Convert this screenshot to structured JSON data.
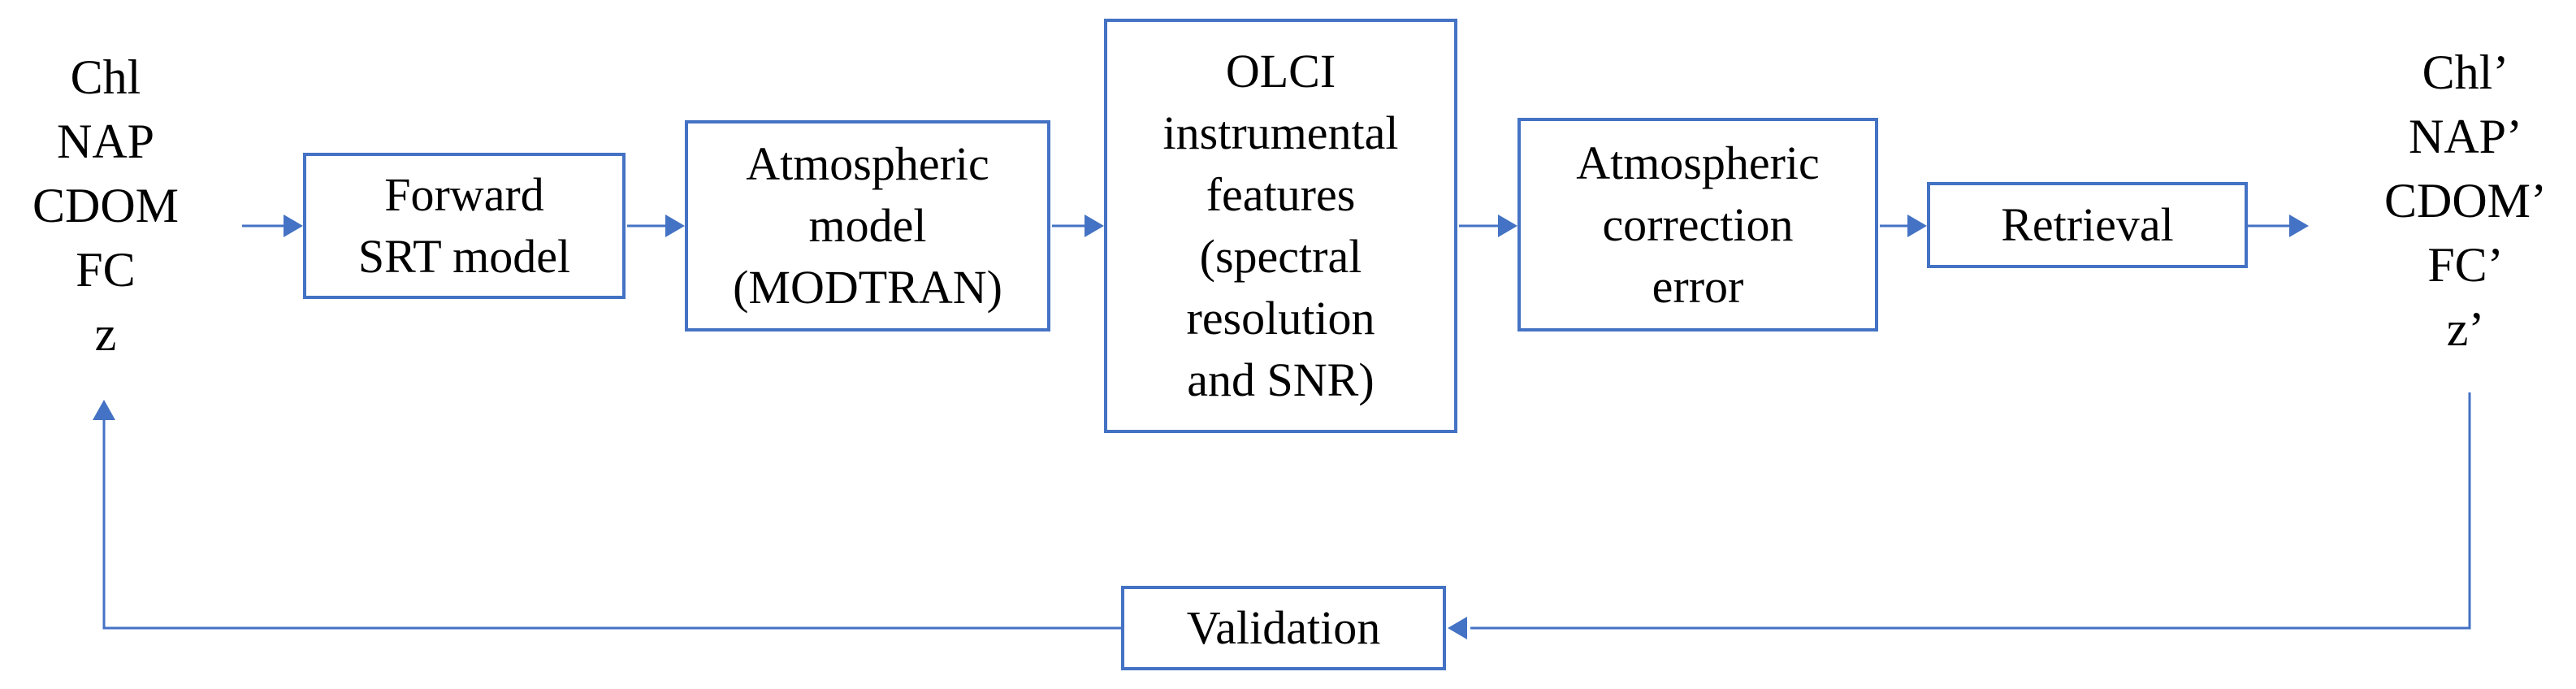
{
  "diagram": {
    "accent_color": "#4472C4",
    "text_color": "#000000",
    "inputs": {
      "items": [
        "Chl",
        "NAP",
        "CDOM",
        "FC",
        "z"
      ]
    },
    "outputs": {
      "items": [
        "Chl’",
        "NAP’",
        "CDOM’",
        "FC’",
        "z’"
      ]
    },
    "boxes": {
      "forward_srt": "Forward\nSRT model",
      "atmospheric_model": "Atmospheric\nmodel\n(MODTRAN)",
      "olci": "OLCI\ninstrumental\nfeatures\n(spectral\nresolution\nand SNR)",
      "atmospheric_correction": "Atmospheric\ncorrection\nerror",
      "retrieval": "Retrieval",
      "validation": "Validation"
    }
  }
}
